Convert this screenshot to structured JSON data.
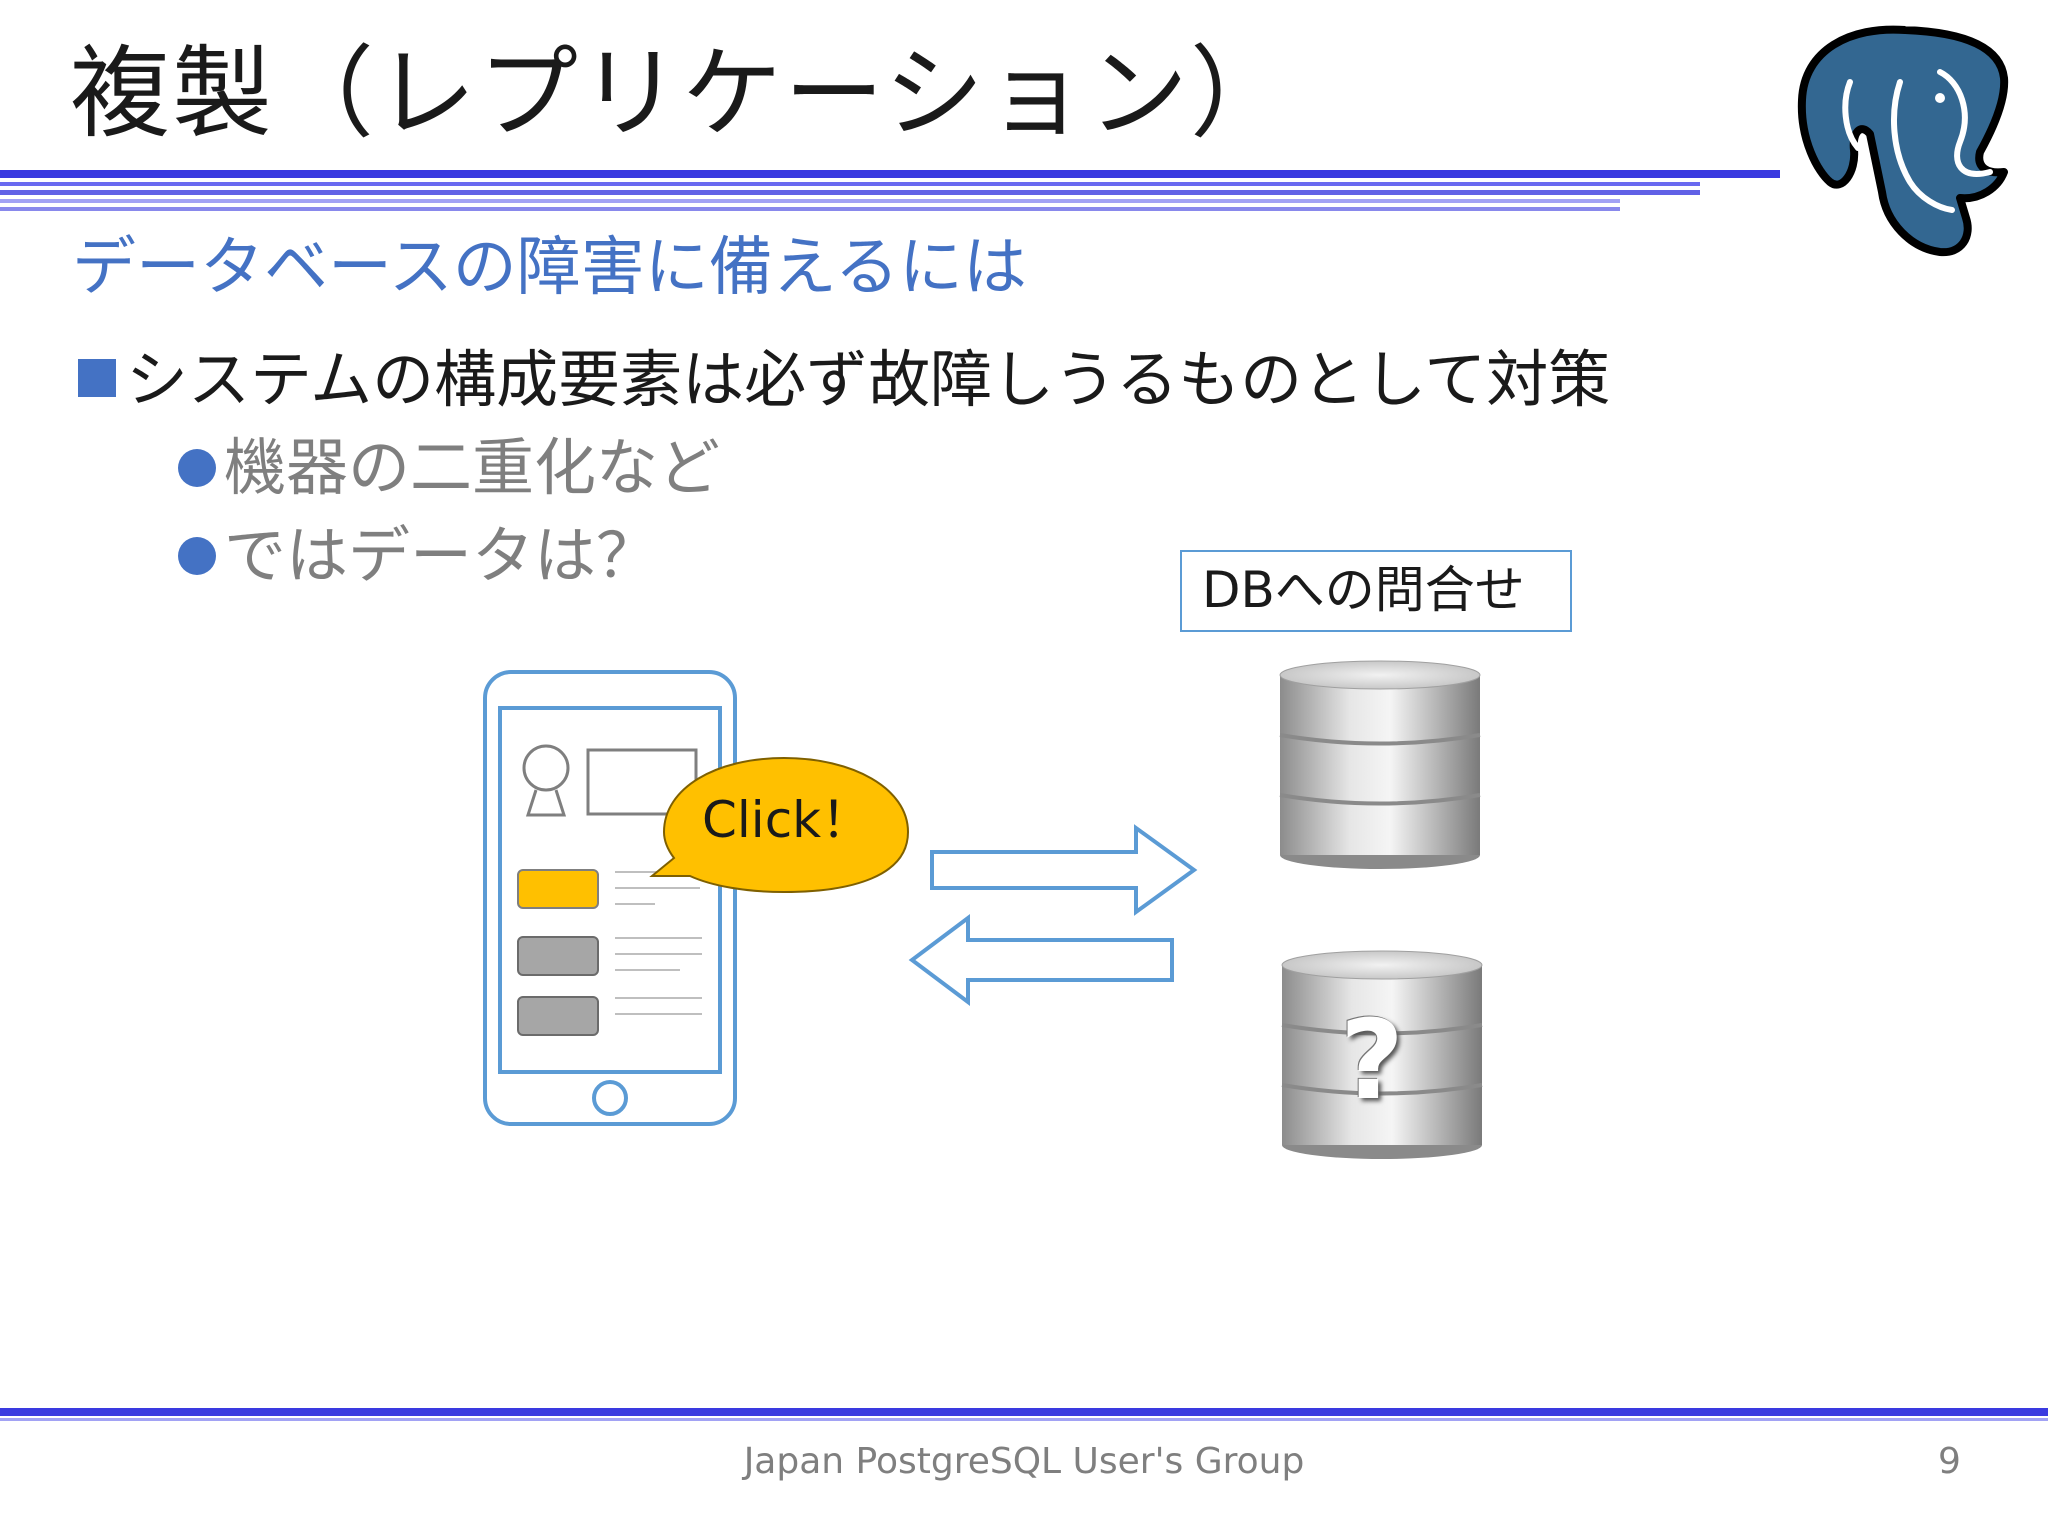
{
  "slide": {
    "title": "複製（レプリケーション）",
    "subtitle": "データベースの障害に備えるには",
    "bullet_main": "システムの構成要素は必ず故障しうるものとして対策",
    "sub_bullets": [
      "機器の二重化など",
      "ではデータは？"
    ],
    "query_box_label": "DBへの問合せ",
    "click_label": "Click！",
    "db_unknown_mark": "?",
    "footer_text": "Japan PostgreSQL User's Group",
    "page_number": "9"
  },
  "icons": {
    "logo": "postgresql-elephant-icon",
    "phone": "smartphone-icon",
    "arrow_right": "arrow-right-icon",
    "arrow_left": "arrow-left-icon",
    "database": "database-icon"
  },
  "colors": {
    "accent_blue": "#4472c4",
    "rule_blue": "#3a3ae0",
    "outline_blue": "#5b9bd5",
    "highlight_yellow": "#ffc000",
    "gray_button": "#a6a6a6",
    "elephant_blue": "#336791"
  }
}
